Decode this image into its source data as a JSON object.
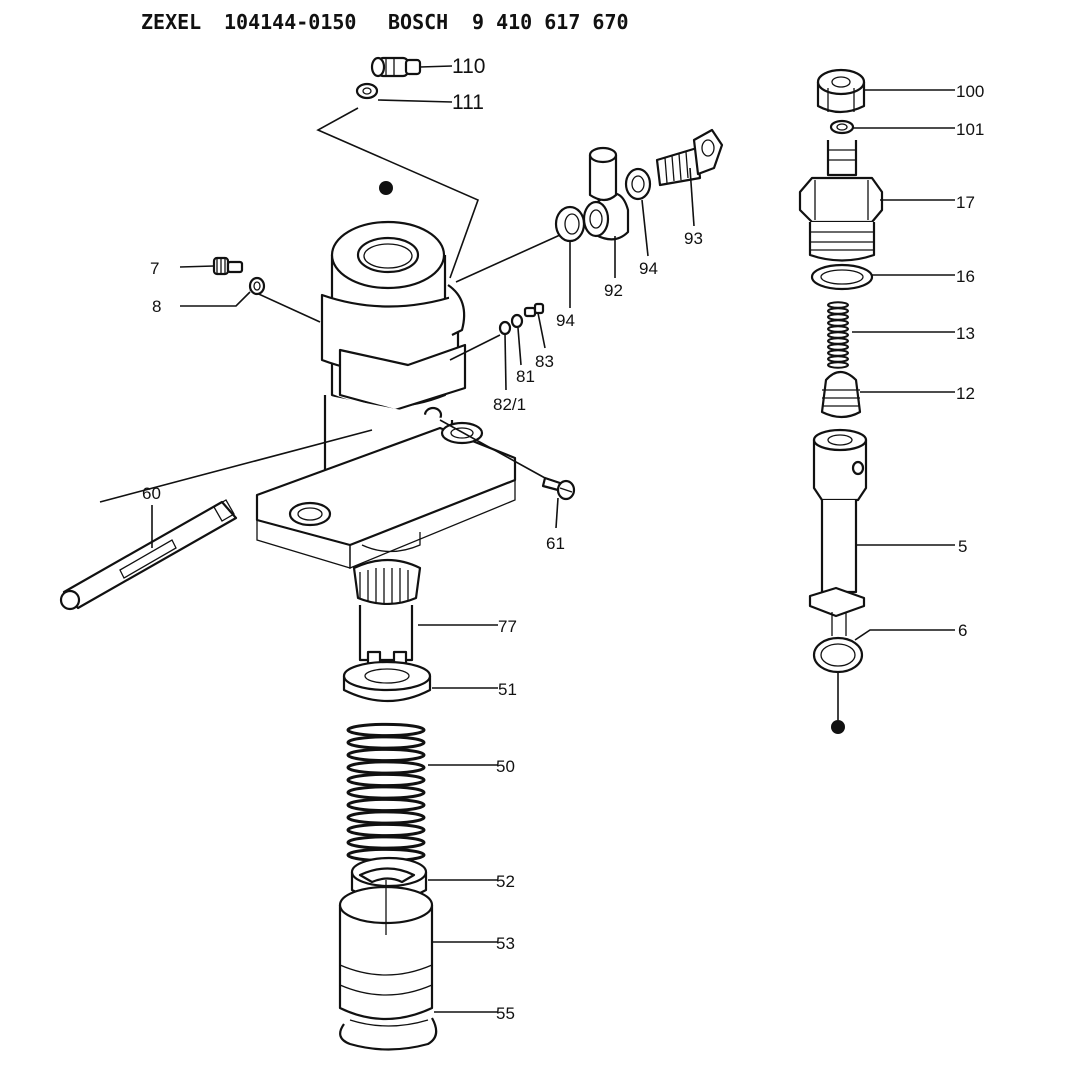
{
  "header": {
    "maker1": "ZEXEL",
    "part1": "104144-0150",
    "maker2": "BOSCH",
    "part2": "9 410 617 670"
  },
  "callouts": {
    "c110": "110",
    "c111": "111",
    "c100": "100",
    "c101": "101",
    "c17": "17",
    "c16": "16",
    "c13": "13",
    "c12": "12",
    "c5": "5",
    "c6": "6",
    "c93": "93",
    "c94a": "94",
    "c94b": "94",
    "c92": "92",
    "c83": "83",
    "c81": "81",
    "c82_1": "82/1",
    "c7": "7",
    "c8": "8",
    "c60": "60",
    "c61": "61",
    "c77": "77",
    "c51": "51",
    "c50": "50",
    "c52": "52",
    "c53": "53",
    "c55": "55"
  }
}
